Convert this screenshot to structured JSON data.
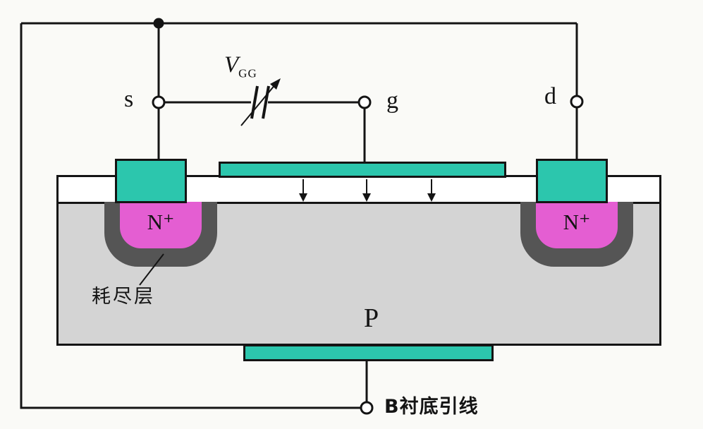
{
  "terminals": {
    "source_label": "s",
    "gate_label": "g",
    "drain_label": "d"
  },
  "vgg": {
    "base": "V",
    "sub": "GG"
  },
  "regions": {
    "n_plus_left": "N⁺",
    "n_plus_right": "N⁺",
    "substrate_label": "P"
  },
  "annotations": {
    "depletion_label": "耗尽层",
    "bulk_lead_label": "B衬底引线"
  },
  "colors": {
    "contact_teal": "#2cc6ad",
    "n_plus_magenta": "#e45ed2",
    "depletion_gray": "#555555",
    "substrate_gray": "#d4d4d4",
    "oxide_white": "#ffffff",
    "wire_black": "#141414",
    "background": "#fafaf7"
  }
}
